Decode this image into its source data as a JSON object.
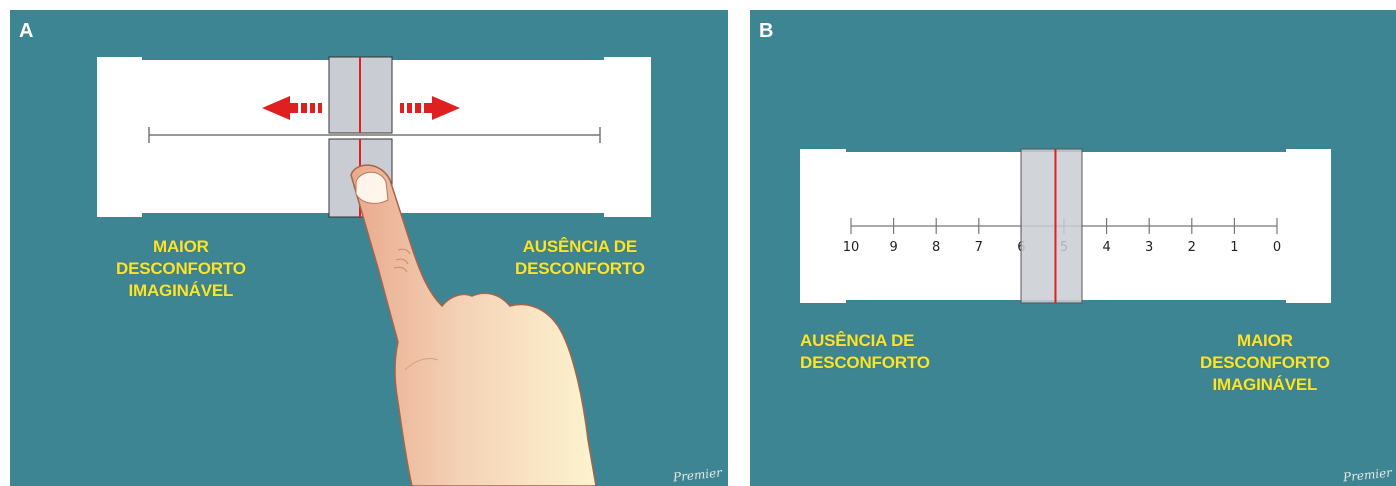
{
  "panel_a": {
    "label": "A",
    "caption_left": [
      "MAIOR",
      "DESCONFORTO",
      "IMAGINÁVEL"
    ],
    "caption_right": [
      "AUSÊNCIA DE",
      "DESCONFORTO"
    ],
    "signature": "Premier"
  },
  "panel_b": {
    "label": "B",
    "scale_ticks": [
      "10",
      "9",
      "8",
      "7",
      "6",
      "5",
      "4",
      "3",
      "2",
      "1",
      "0"
    ],
    "marker_value": 5.2,
    "caption_left": [
      "AUSÊNCIA DE",
      "DESCONFORTO"
    ],
    "caption_right": [
      "MAIOR",
      "DESCONFORTO",
      "IMAGINÁVEL"
    ],
    "signature": "Premier"
  },
  "colors": {
    "background": "#3d8592",
    "caption": "#f5e43a",
    "marker": "#e02020",
    "slider": "#c9ccd2"
  }
}
